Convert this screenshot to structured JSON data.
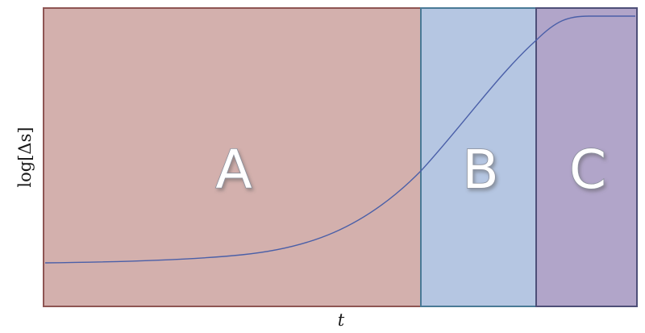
{
  "diagram": {
    "regions": [
      {
        "id": "A",
        "label": "A",
        "fill": "#d3b0ad",
        "edge": "#8e5553"
      },
      {
        "id": "B",
        "label": "B",
        "fill": "#b5c6e2",
        "edge": "#4a7a96"
      },
      {
        "id": "C",
        "label": "C",
        "fill": "#b1a5c9",
        "edge": "#4e4f78"
      }
    ],
    "curve_color": "#4a5fa8",
    "ylabel": "log[Δs]",
    "xlabel": "t"
  }
}
